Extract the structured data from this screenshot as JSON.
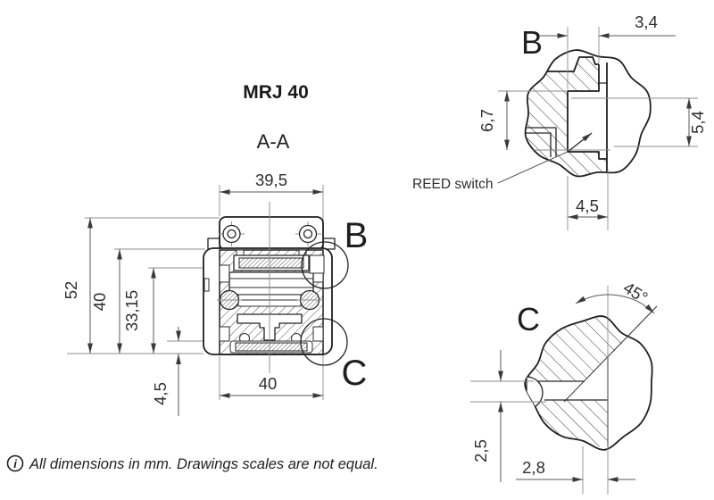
{
  "title": "MRJ 40",
  "section_label": "A-A",
  "footer_note": {
    "icon": "i",
    "text": "All dimensions in mm. Drawings scales are not equal."
  },
  "main_view": {
    "marker_b": "B",
    "marker_c": "C",
    "dims": {
      "bracket_width": "39,5",
      "overall_height": "52",
      "body_height": "40",
      "track_height": "33,15",
      "base_offset": "4,5",
      "body_width": "40"
    }
  },
  "detail_b": {
    "label": "B",
    "callout": "REED switch",
    "dims": {
      "slot_width_top": "3,4",
      "pocket_depth_left": "6,7",
      "pocket_depth_right": "5,4",
      "slot_width_bottom": "4,5"
    }
  },
  "detail_c": {
    "label": "C",
    "dims": {
      "chamfer_angle": "45°",
      "chamfer_height": "2,5",
      "chamfer_width": "2,8"
    }
  }
}
